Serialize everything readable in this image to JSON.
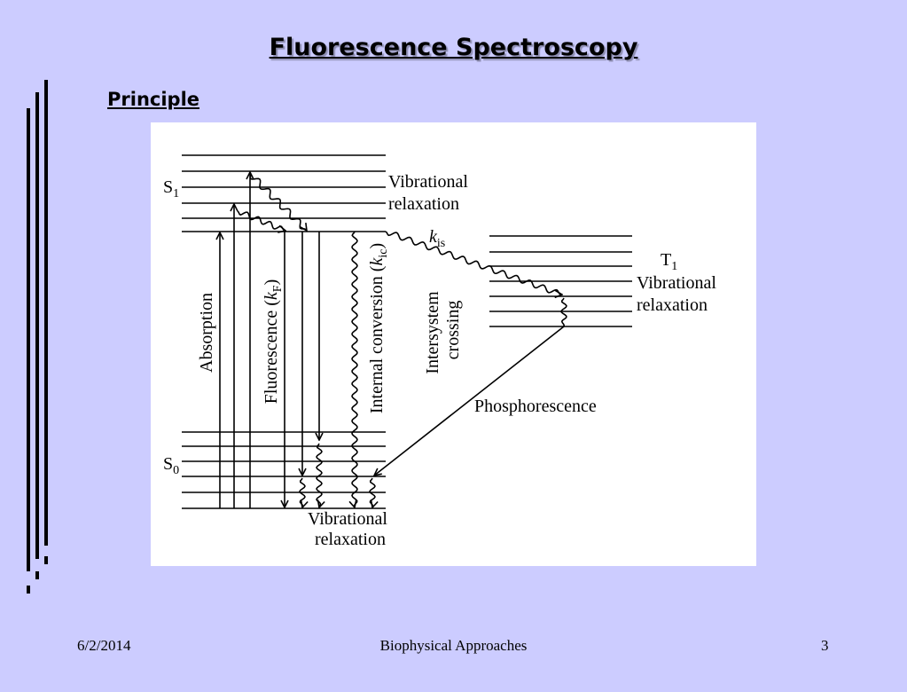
{
  "colors": {
    "background": "#CCCCFF",
    "figure_background": "#FFFFFF",
    "ink": "#000000"
  },
  "slide": {
    "title": "Fluorescence Spectroscopy",
    "subtitle": "Principle",
    "footer": {
      "date": "6/2/2014",
      "center": "Biophysical Approaches",
      "page_number": "3"
    }
  },
  "diagram": {
    "s1": {
      "letter": "S",
      "subscript": "1"
    },
    "s0": {
      "letter": "S",
      "subscript": "0"
    },
    "t1": {
      "letter": "T",
      "subscript": "1"
    },
    "absorption": "Absorption",
    "fluorescence": {
      "text": "Fluorescence (",
      "symbol": "k",
      "subscript": "F",
      "close": ")"
    },
    "internal_conversion": {
      "text": "Internal conversion (",
      "symbol": "k",
      "subscript": "ic",
      "close": ")"
    },
    "intersystem_rate": {
      "symbol": "k",
      "subscript": "is"
    },
    "intersystem_crossing": [
      "Intersystem",
      "crossing"
    ],
    "phosphorescence": "Phosphorescence",
    "vib_relaxation_s1": [
      "Vibrational",
      "relaxation"
    ],
    "vib_relaxation_t1": [
      "Vibrational",
      "relaxation"
    ],
    "vib_relaxation_s0": [
      "Vibrational",
      "relaxation"
    ]
  }
}
